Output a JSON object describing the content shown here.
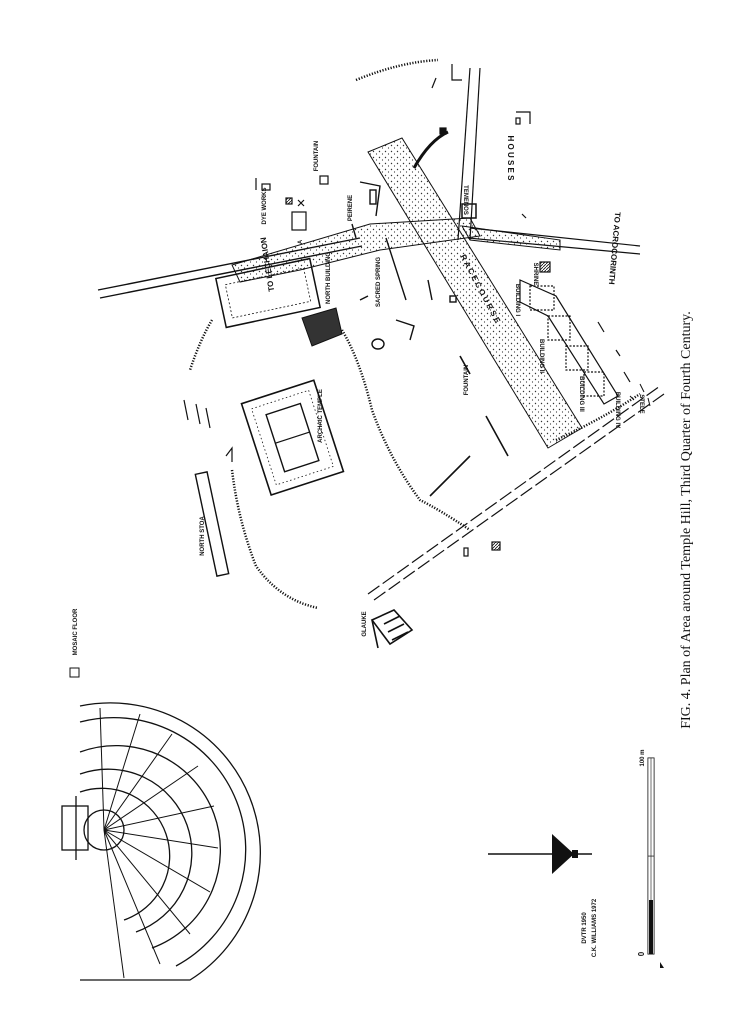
{
  "caption": "FIG. 4.  Plan of Area around Temple Hill, Third Quarter of Fourth Century.",
  "labels": {
    "to_lechaion": "TO  LECHAION",
    "to_acrocorinth": "TO  ACROCORINTH",
    "houses": "H O U S E S",
    "race_course": "R A C E   C O U R S E",
    "temenos": "TEMENOS",
    "shrine": "SHRINE",
    "building_1": "BUILDING I",
    "building_2": "BUILDING II",
    "building_3": "BUILDING III",
    "building_4": "BUILDING IV",
    "stele": "STELE",
    "fountain_top": "FOUNTAIN",
    "fountain_mid": "FOUNTAIN",
    "dye_works": "DYE WORKS",
    "peirene": "PEIRENE",
    "north_building": "NORTH BUILDING",
    "sacred_spring": "SACRED SPRING",
    "archaic_temple": "ARCHAIC TEMPLE",
    "north_stoa": "NORTH STOA",
    "glauke": "GLAUKE",
    "mosaic_floor": "MOSAIC FLOOR",
    "letter_a": "A",
    "credit_1": "DVTR  1950",
    "credit_2": "C.K. WILLIAMS  1972",
    "scale_zero": "0",
    "scale_hundred": "100 m"
  }
}
